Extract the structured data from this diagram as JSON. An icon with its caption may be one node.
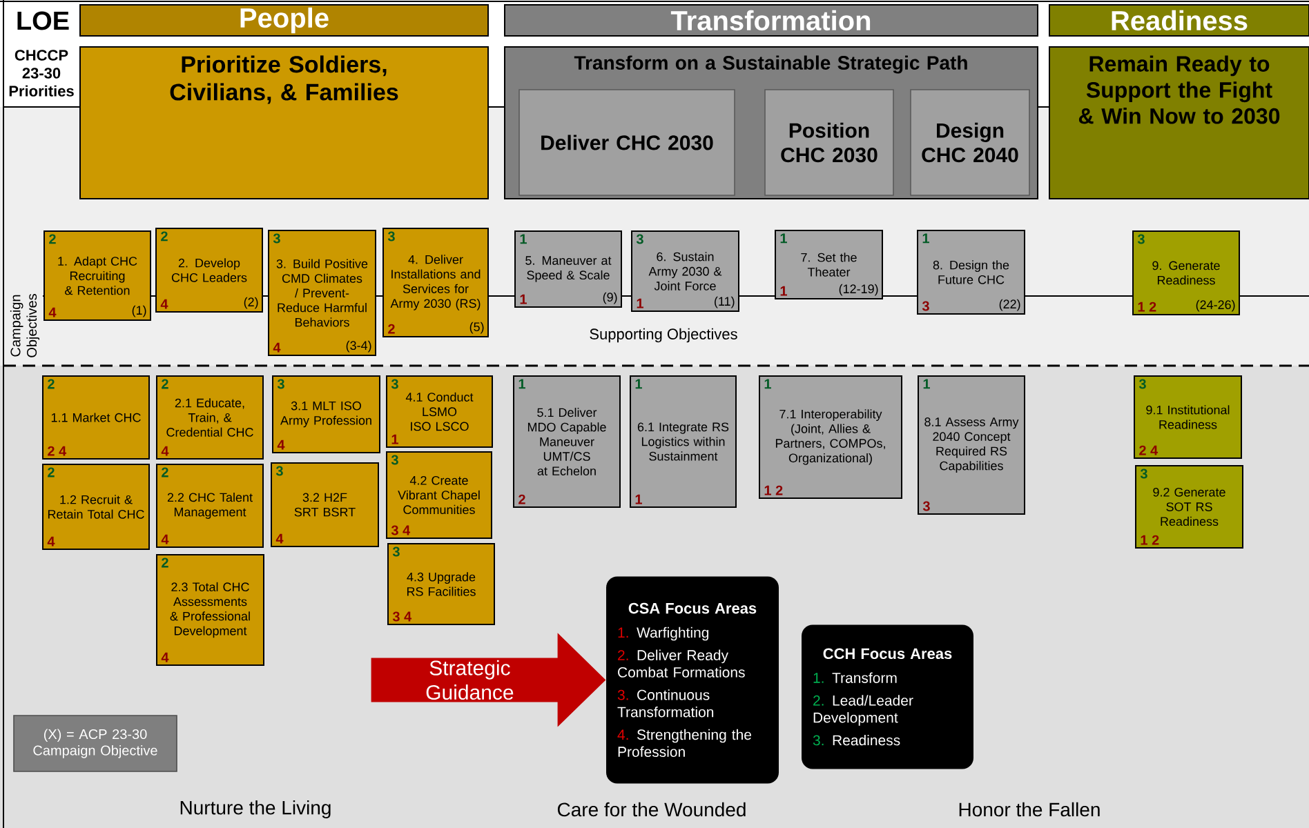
{
  "diagram": {
    "nodes": [
      {
        "text": [
          "People"
        ]
      },
      {
        "text": [
          "Transformation"
        ]
      },
      {
        "text": [
          "Readiness"
        ]
      },
      {
        "text": [
          "Prioritize Soldiers, Civilians, & Families"
        ]
      },
      {
        "text": [
          "Transform on a Sustainable Strategic Path"
        ]
      },
      {
        "text": [
          "Deliver CHC 2030"
        ],
        "in": 4
      },
      {
        "text": [
          "Position CHC 2030"
        ],
        "in": 4
      },
      {
        "text": [
          "Design CHC 2040"
        ],
        "in": 4
      },
      {
        "text": [
          "Remain Ready to Support the Fight & Win Now to 2030"
        ]
      },
      {
        "text": [
          "2",
          "1. Adapt CHC Recruiting & Retention",
          "4",
          "(1)"
        ]
      },
      {
        "text": [
          "2",
          "2. Develop CHC Leaders",
          "4",
          "(2)"
        ]
      },
      {
        "text": [
          "3",
          "3. Build Positive CMD Climates / Prevent-Reduce Harmful Behaviors",
          "4",
          "(3-4)"
        ]
      },
      {
        "text": [
          "3",
          "4. Deliver Installations and Services for Army 2030 (RS)",
          "2",
          "(5)"
        ]
      },
      {
        "text": [
          "1",
          "5. Maneuver at Speed & Scale",
          "1",
          "(9)"
        ]
      },
      {
        "text": [
          "3",
          "6. Sustain Army 2030 & Joint Force",
          "1",
          "(11)"
        ]
      },
      {
        "text": [
          "1",
          "7. Set the Theater",
          "1",
          "(12-19)"
        ]
      },
      {
        "text": [
          "1",
          "8. Design the Future CHC",
          "3",
          "(22)"
        ]
      },
      {
        "text": [
          "3",
          "9. Generate Readiness",
          "1 2",
          "(24-26)"
        ]
      },
      {
        "text": [
          "2",
          "1.1 Market CHC",
          "2 4"
        ]
      },
      {
        "text": [
          "2",
          "1.2 Recruit & Retain Total CHC",
          "4"
        ]
      },
      {
        "text": [
          "2",
          "2.1 Educate, Train, & Credential CHC",
          "4"
        ]
      },
      {
        "text": [
          "2",
          "2.2 CHC Talent Management",
          "4"
        ]
      },
      {
        "text": [
          "2",
          "2.3 Total CHC Assessments & Professional Development",
          "4"
        ]
      },
      {
        "text": [
          "3",
          "3.1 MLT ISO Army Profession",
          "4"
        ]
      },
      {
        "text": [
          "3",
          "3.2 H2F SRT BSRT",
          "4"
        ]
      },
      {
        "text": [
          "3",
          "4.1 Conduct LSMO ISO LSCO",
          "1"
        ]
      },
      {
        "text": [
          "3",
          "4.2 Create Vibrant Chapel Communities",
          "3 4"
        ]
      },
      {
        "text": [
          "3",
          "4.3 Upgrade RS Facilities",
          "3 4"
        ]
      },
      {
        "text": [
          "1",
          "5.1 Deliver MDO Capable Maneuver UMT/CS at Echelon",
          "2"
        ]
      },
      {
        "text": [
          "1",
          "6.1 Integrate RS Logistics within Sustainment",
          "1"
        ]
      },
      {
        "text": [
          "1",
          "7.1 Interoperability (Joint, Allies & Partners, COMPOs, Organizational)",
          "1 2"
        ]
      },
      {
        "text": [
          "1",
          "8.1 Assess Army 2040 Concept Required RS Capabilities",
          "3"
        ]
      },
      {
        "text": [
          "3",
          "9.1 Institutional Readiness",
          "2 4"
        ]
      },
      {
        "text": [
          "3",
          "9.2 Generate SOT RS Readiness",
          "1 2"
        ]
      },
      {
        "text": [
          "(X) = ACP 23-30 Campaign Objective"
        ]
      },
      {
        "text": [
          "CSA Focus Areas",
          "1.",
          "Warfighting",
          "2.",
          "Deliver Ready Combat Formations",
          "3.",
          "Continuous Transformation",
          "4.",
          "Strengthening the Profession"
        ]
      },
      {
        "text": [
          "CCH Focus Areas",
          "1.",
          "Transform",
          "2.",
          "Lead/Leader Development",
          "3.",
          "Readiness"
        ]
      }
    ],
    "edges": [
      {
        "from": null,
        "to": 35,
        "arrow": "to",
        "label": "Strategic Guidance"
      }
    ],
    "labels": [
      "LOE",
      "CHCCP 23-30 Priorities",
      "Campaign Objectives",
      "Supporting Objectives",
      "Nurture the Living",
      "Care for the Wounded",
      "Honor the Fallen"
    ]
  }
}
